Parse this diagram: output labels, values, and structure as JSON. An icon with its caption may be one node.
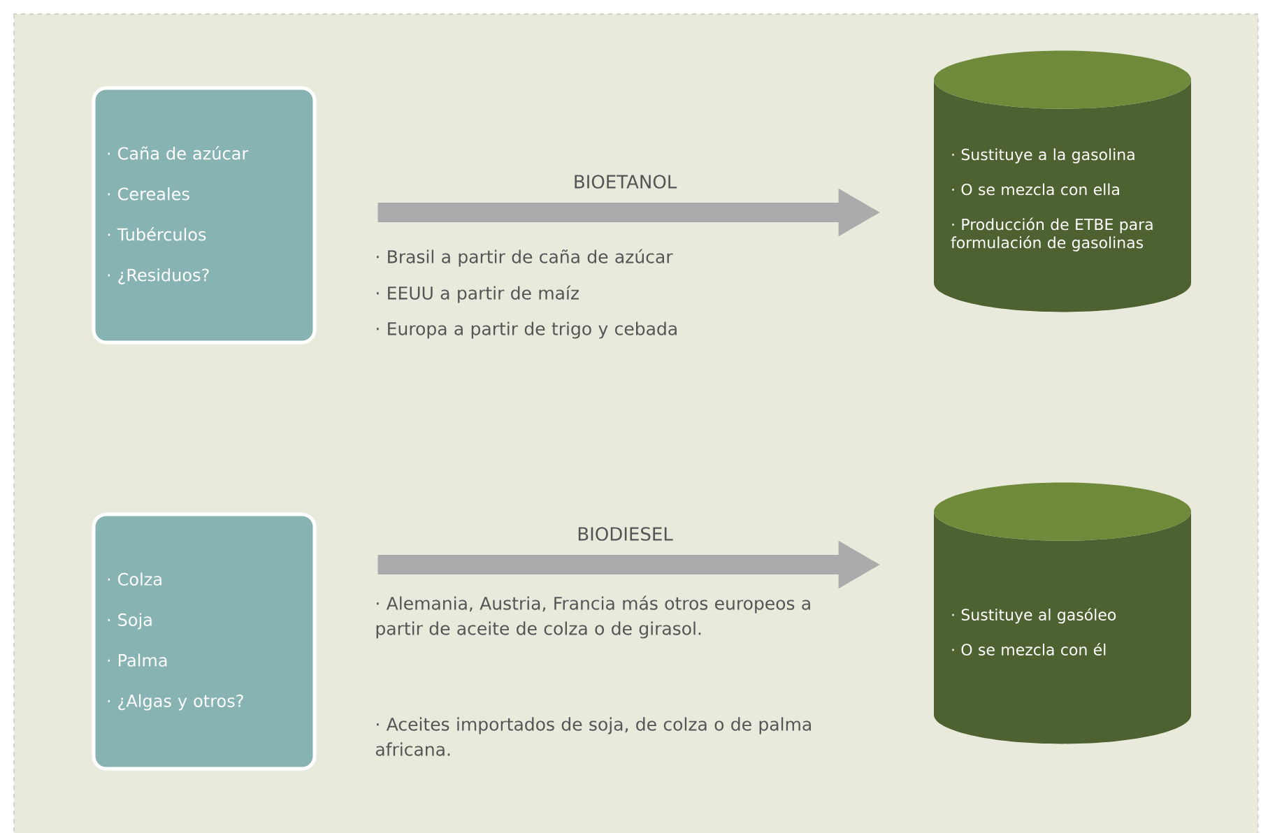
{
  "diagram": {
    "nodes": [
      {
        "text": [
          "· Caña de azúcar",
          "· Cereales",
          "· Tubérculos",
          "· ¿Residuos?"
        ]
      },
      {
        "text": [
          "· Sustituye a la gasolina",
          "· O se mezcla con ella",
          "· Producción de ETBE para formulación de gasolinas"
        ]
      },
      {
        "text": [
          "· Colza",
          "· Soja",
          "· Palma",
          "· ¿Algas y  otros?"
        ]
      },
      {
        "text": [
          "· Sustituye al gasóleo",
          "· O se mezcla con él"
        ]
      }
    ],
    "edges": [
      {
        "from": 0,
        "to": 1,
        "arrow": "to",
        "label": "BIOETANOL"
      },
      {
        "from": 2,
        "to": 3,
        "arrow": "to",
        "label": "BIODIESEL"
      }
    ],
    "labels": [
      "· Brasil a partir de caña de azúcar",
      "· EEUU a partir de maíz",
      "· Europa a partir de trigo y cebada",
      "· Alemania, Austria, Francia más otros europeos a partir de aceite de  colza o de girasol.",
      "· Aceites importados de soja, de colza o de palma africana."
    ]
  }
}
